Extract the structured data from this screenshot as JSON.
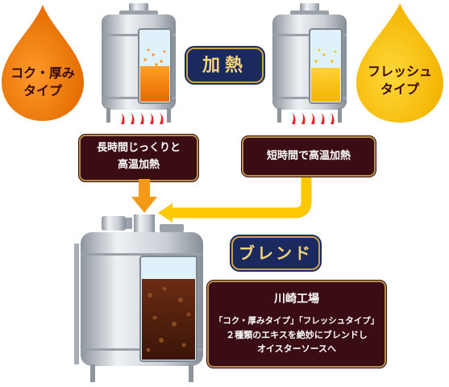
{
  "drops": {
    "rich": {
      "line1": "コク・厚み",
      "line2": "タイプ",
      "color": "#f07d0c"
    },
    "fresh": {
      "line1": "フレッシュ",
      "line2": "タイプ",
      "color": "#fbc500"
    }
  },
  "badges": {
    "heating": "加熱",
    "blend": "ブレンド"
  },
  "process": {
    "long": {
      "line1": "長時間じっくりと",
      "line2": "高温加熱"
    },
    "short": {
      "line1": "短時間で高温加熱"
    }
  },
  "factory": {
    "title": "川崎工場",
    "line1": "「コク・厚みタイプ」「フレッシュタイプ」",
    "line2": "２種類のエキスを絶妙にブレンドし",
    "line3": "オイスターソースへ"
  },
  "colors": {
    "orange_arrow": "#f59a16",
    "yellow_arrow": "#fcc800",
    "dark_box": "#3a0d14",
    "navy_badge": "#1a2a5e"
  }
}
